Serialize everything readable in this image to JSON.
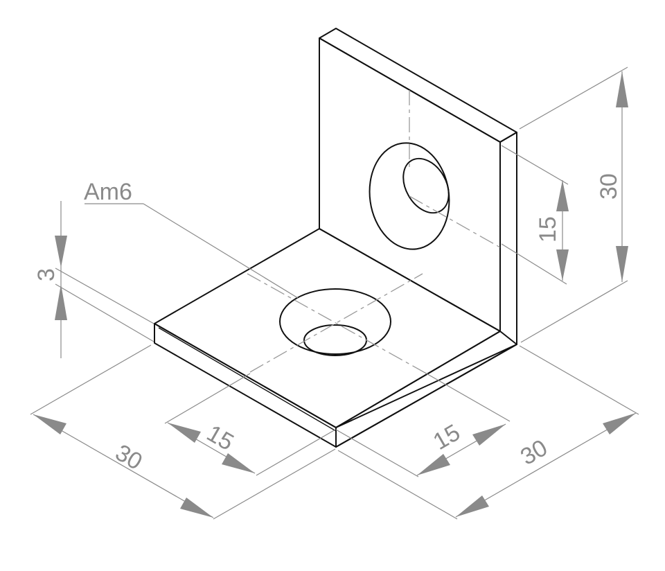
{
  "drawing": {
    "annotation": "Am6",
    "dimensions": {
      "thickness": "3",
      "base_depth": "30",
      "base_hole_offset": "15",
      "side_hole_offset": "15",
      "width": "30",
      "upright_hole_height": "15",
      "upright_height": "30"
    }
  }
}
